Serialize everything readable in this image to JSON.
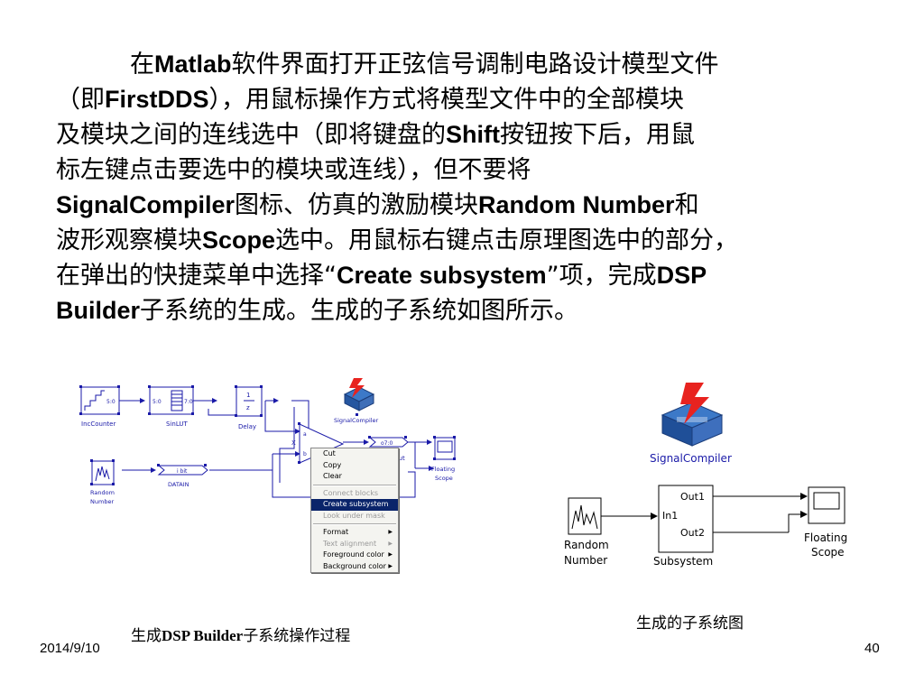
{
  "paragraph": {
    "lines": [
      [
        "在",
        "Matlab",
        "软件界面打开正弦信号调制电路设计模型文件"
      ],
      [
        "（即",
        "FirstDDS",
        "），用鼠标操作方式将模型文件中的全部模块"
      ],
      [
        "及模块之间的连线选中（即将键盘的",
        "Shift",
        "按钮按下后，用鼠"
      ],
      [
        "标左键点击要选中的模块或连线），但不要将"
      ],
      [
        "",
        "SignalCompiler",
        "图标、仿真的激励模块",
        "Random Number",
        "和"
      ],
      [
        "波形观察模块",
        "Scope",
        "选中。用鼠标右键点击原理图选中的部分，"
      ],
      [
        "在弹出的快捷菜单中选择“",
        "Create subsystem",
        "”项，完成",
        "DSP"
      ],
      [
        "",
        "Builder",
        "子系统的生成。生成的子系统如图所示。"
      ]
    ]
  },
  "left_diagram": {
    "blocks": {
      "inccounter": "IncCounter",
      "inccounter_port": "5:0",
      "sinlut": "SinLUT",
      "sinlut_in": "5:0",
      "sinlut_out": "7:0",
      "delay": "Delay",
      "delay_num": "1",
      "delay_den": "z",
      "signalcompiler": "SignalCompiler",
      "random": "Random",
      "number": "Number",
      "datain": "DATAIN",
      "datain_inner": "i bit",
      "floating": "Floating",
      "scope": "Scope",
      "product_x": "X",
      "product_a": "a",
      "product_b": "b",
      "product_out": "o7:0",
      "partial_out": "Out"
    },
    "context_menu": [
      {
        "label": "Cut",
        "disabled": false,
        "selected": false,
        "submenu": false
      },
      {
        "label": "Copy",
        "disabled": false,
        "selected": false,
        "submenu": false
      },
      {
        "label": "Clear",
        "disabled": false,
        "selected": false,
        "submenu": false
      },
      {
        "sep": true
      },
      {
        "label": "Connect blocks",
        "disabled": true,
        "selected": false,
        "submenu": false
      },
      {
        "label": "Create subsystem",
        "disabled": false,
        "selected": true,
        "submenu": false
      },
      {
        "label": "Look under mask",
        "disabled": true,
        "selected": false,
        "submenu": false
      },
      {
        "sep": true
      },
      {
        "label": "Format",
        "disabled": false,
        "selected": false,
        "submenu": true
      },
      {
        "label": "Text alignment",
        "disabled": true,
        "selected": false,
        "submenu": true
      },
      {
        "label": "Foreground color",
        "disabled": false,
        "selected": false,
        "submenu": true
      },
      {
        "label": "Background color",
        "disabled": false,
        "selected": false,
        "submenu": true
      }
    ]
  },
  "right_diagram": {
    "signalcompiler": "SignalCompiler",
    "random": "Random",
    "number": "Number",
    "subsystem": "Subsystem",
    "in1": "In1",
    "out1": "Out1",
    "out2": "Out2",
    "floating": "Floating",
    "scope": "Scope"
  },
  "captions": {
    "left_prefix": "生成",
    "left_bold": "DSP Builder",
    "left_suffix": "子系统操作过程",
    "right": "生成的子系统图"
  },
  "footer": {
    "date": "2014/9/10",
    "page": "40"
  }
}
